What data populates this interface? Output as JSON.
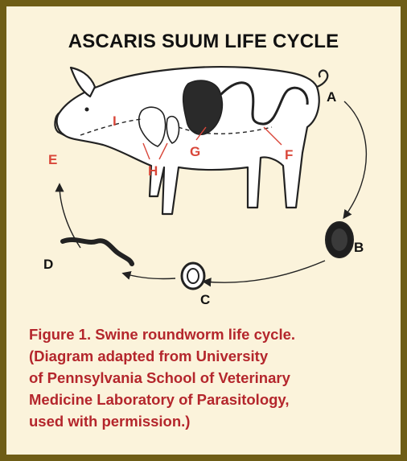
{
  "title": "ASCARIS SUUM LIFE CYCLE",
  "labels": {
    "A": "A",
    "B": "B",
    "C": "C",
    "D": "D",
    "E": "E",
    "F": "F",
    "G": "G",
    "H": "H",
    "I": "I"
  },
  "caption": {
    "lines": [
      "Figure 1. Swine roundworm life cycle.",
      "(Diagram adapted from University",
      "of Pennsylvania School of Veterinary",
      "Medicine Laboratory of Parasitology,",
      "used with permission.)"
    ]
  },
  "colors": {
    "border": "#6e5d16",
    "background": "#fbf3db",
    "caption": "#b4262c",
    "label_red": "#d9473a"
  }
}
